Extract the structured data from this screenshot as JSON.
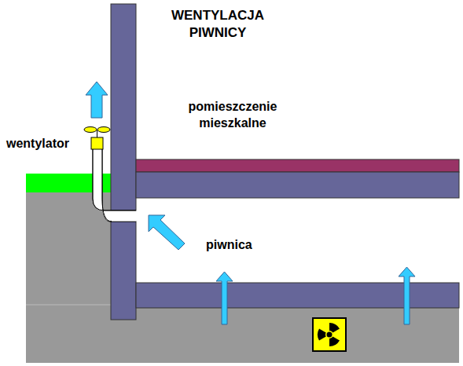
{
  "diagram": {
    "title": "WENTYLACJA PIWNICY",
    "labels": [
      "pomieszczenie mieszkalne",
      "piwnica",
      "wentylator"
    ]
  }
}
